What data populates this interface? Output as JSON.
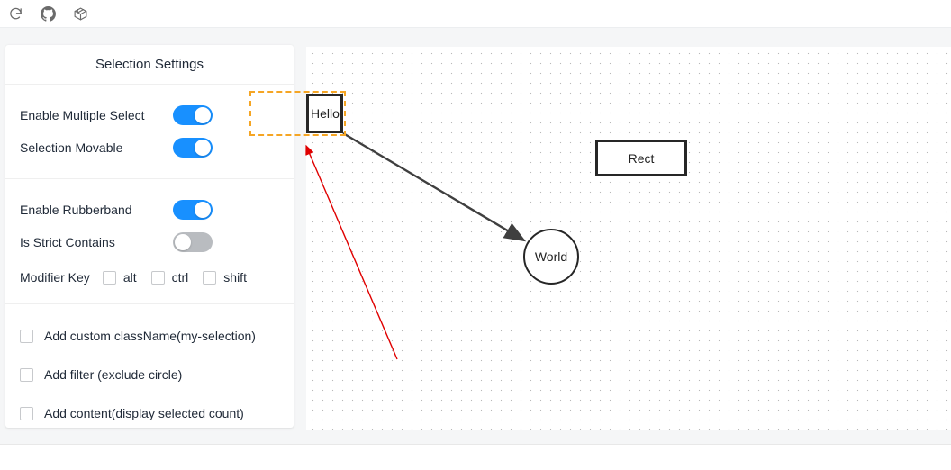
{
  "toolbar": {
    "icons": [
      {
        "name": "reload-icon",
        "label": "Reload"
      },
      {
        "name": "github-icon",
        "label": "GitHub"
      },
      {
        "name": "codesandbox-icon",
        "label": "CodeSandbox"
      }
    ]
  },
  "panel": {
    "title": "Selection Settings",
    "toggles": [
      {
        "label": "Enable Multiple Select",
        "state": "on"
      },
      {
        "label": "Selection Movable",
        "state": "on"
      },
      {
        "label": "Enable Rubberband",
        "state": "on"
      },
      {
        "label": "Is Strict Contains",
        "state": "off"
      }
    ],
    "modifier": {
      "label": "Modifier Key",
      "options": [
        {
          "label": "alt",
          "checked": false
        },
        {
          "label": "ctrl",
          "checked": false
        },
        {
          "label": "shift",
          "checked": false
        }
      ]
    },
    "checkboxes": [
      {
        "label": "Add custom className(my-selection)",
        "checked": false
      },
      {
        "label": "Add filter (exclude circle)",
        "checked": false
      },
      {
        "label": "Add content(display selected count)",
        "checked": false
      }
    ]
  },
  "canvas": {
    "nodes": [
      {
        "name": "node-hello",
        "label": "Hello",
        "shape": "rect"
      },
      {
        "name": "node-rect",
        "label": "Rect",
        "shape": "rect"
      },
      {
        "name": "node-world",
        "label": "World",
        "shape": "circle"
      }
    ],
    "selection_box": {
      "name": "rubberband-selection"
    },
    "edges": [
      {
        "from": "Hello",
        "to": "World",
        "color": "#3f3f3f"
      }
    ],
    "pointer": {
      "name": "red-arrow-pointer",
      "color": "#e00000"
    }
  },
  "colors": {
    "accent": "#1890ff",
    "toggle_off": "#b9bcc0",
    "selection": "#f5a524",
    "pointer": "#e00000",
    "node_stroke": "#262626",
    "panel_bg": "#ffffff",
    "page_bg": "#f5f6f7"
  }
}
